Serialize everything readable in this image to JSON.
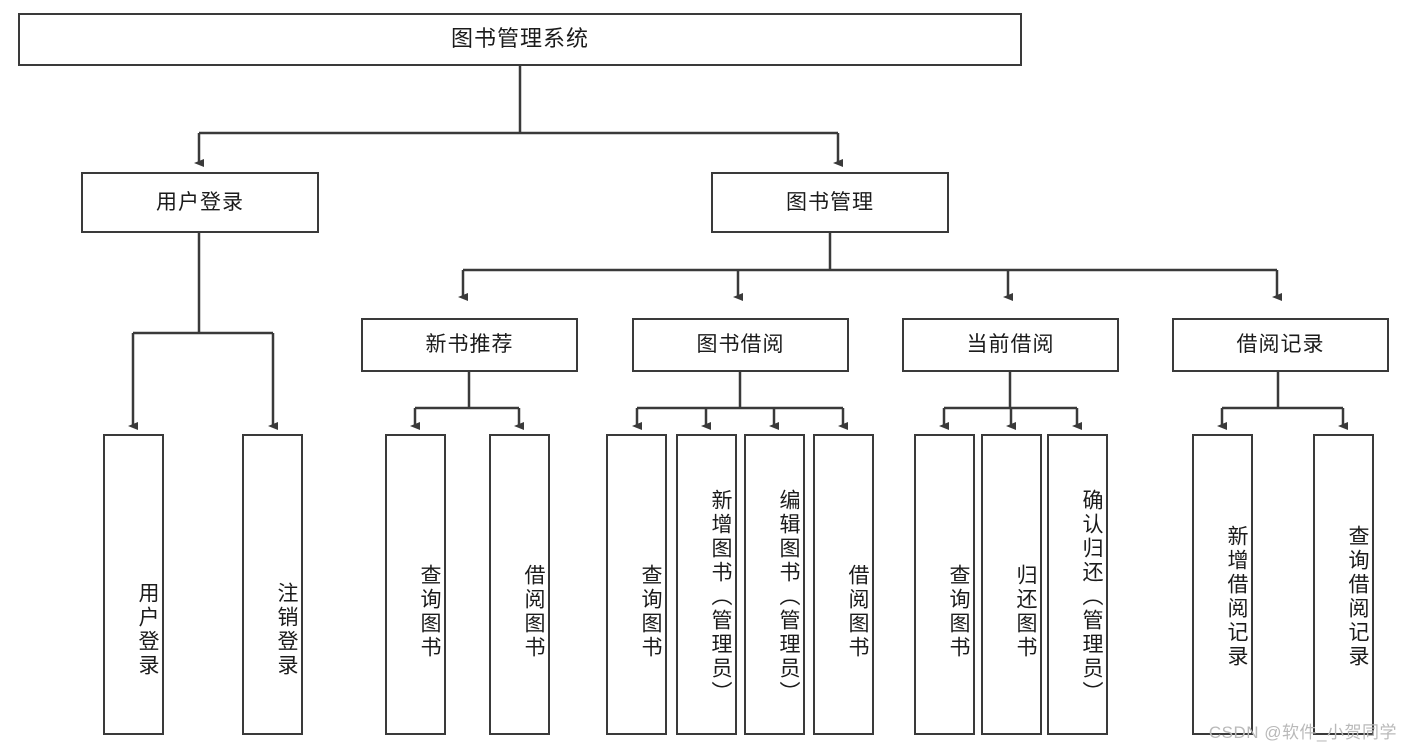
{
  "diagram": {
    "title": "图书管理系统",
    "type": "hierarchy-tree",
    "root": {
      "id": "root",
      "label": "图书管理系统"
    },
    "level2": [
      {
        "id": "user-login",
        "label": "用户登录"
      },
      {
        "id": "book-manage",
        "label": "图书管理"
      }
    ],
    "level3": [
      {
        "id": "new-book-rec",
        "label": "新书推荐",
        "parent": "book-manage"
      },
      {
        "id": "book-borrow",
        "label": "图书借阅",
        "parent": "book-manage"
      },
      {
        "id": "current-borrow",
        "label": "当前借阅",
        "parent": "book-manage"
      },
      {
        "id": "borrow-record",
        "label": "借阅记录",
        "parent": "book-manage"
      }
    ],
    "leaves": {
      "user_login": [
        {
          "id": "leaf-user-login",
          "label": "用户登录"
        },
        {
          "id": "leaf-logout",
          "label": "注销登录"
        }
      ],
      "new_book_rec": [
        {
          "id": "leaf-query-book-1",
          "label": "查询图书"
        },
        {
          "id": "leaf-borrow-book-1",
          "label": "借阅图书"
        }
      ],
      "book_borrow": [
        {
          "id": "leaf-query-book-2",
          "label": "查询图书"
        },
        {
          "id": "leaf-add-book",
          "label": "新增图书（管理员）"
        },
        {
          "id": "leaf-edit-book",
          "label": "编辑图书（管理员）"
        },
        {
          "id": "leaf-borrow-book-2",
          "label": "借阅图书"
        }
      ],
      "current_borrow": [
        {
          "id": "leaf-query-book-3",
          "label": "查询图书"
        },
        {
          "id": "leaf-return-book",
          "label": "归还图书"
        },
        {
          "id": "leaf-confirm-return",
          "label": "确认归还（管理员）"
        }
      ],
      "borrow_record": [
        {
          "id": "leaf-add-record",
          "label": "新增借阅记录"
        },
        {
          "id": "leaf-query-record",
          "label": "查询借阅记录"
        }
      ]
    },
    "colors": {
      "stroke": "#3a3a3a",
      "background": "#ffffff",
      "text": "#1b1b1b",
      "watermark": "#b9b9b9"
    }
  },
  "watermark": {
    "text": "CSDN @软件_小贺同学"
  }
}
